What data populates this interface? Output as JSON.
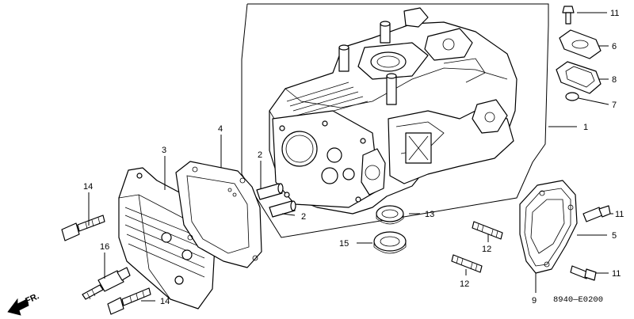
{
  "diagram": {
    "callouts": {
      "c1": "1",
      "c2a": "2",
      "c2b": "2",
      "c3": "3",
      "c4": "4",
      "c5": "5",
      "c6": "6",
      "c7": "7",
      "c8": "8",
      "c9": "9",
      "c11a": "11",
      "c11b": "11",
      "c11c": "11",
      "c12a": "12",
      "c12b": "12",
      "c13": "13",
      "c14a": "14",
      "c14b": "14",
      "c15": "15",
      "c16": "16"
    },
    "direction_label": "FR.",
    "figure_code": "8940—E0200"
  }
}
